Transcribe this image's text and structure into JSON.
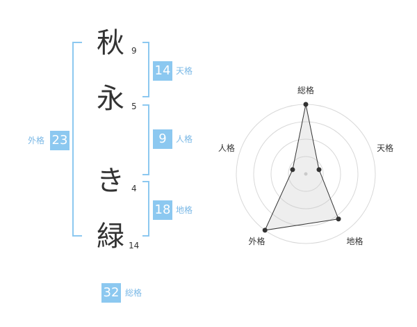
{
  "name": {
    "chars": [
      {
        "char": "秋",
        "strokes": "9"
      },
      {
        "char": "永",
        "strokes": "5"
      },
      {
        "char": "き",
        "strokes": "4"
      },
      {
        "char": "緑",
        "strokes": "14"
      }
    ]
  },
  "grids": {
    "tenkaku": {
      "value": "14",
      "label": "天格"
    },
    "jinkaku": {
      "value": "9",
      "label": "人格"
    },
    "chikaku": {
      "value": "18",
      "label": "地格"
    },
    "gaikaku": {
      "value": "23",
      "label": "外格"
    },
    "soukaku": {
      "value": "32",
      "label": "総格"
    }
  },
  "colors": {
    "accent": "#8cc8f0",
    "label": "#7ab8e6",
    "text": "#333333"
  },
  "chart_data": {
    "type": "radar",
    "axes": [
      "総格",
      "天格",
      "地格",
      "外格",
      "人格"
    ],
    "values": [
      1.0,
      0.2,
      0.8,
      1.0,
      0.2
    ],
    "range": [
      0,
      1
    ],
    "rings": 4
  }
}
